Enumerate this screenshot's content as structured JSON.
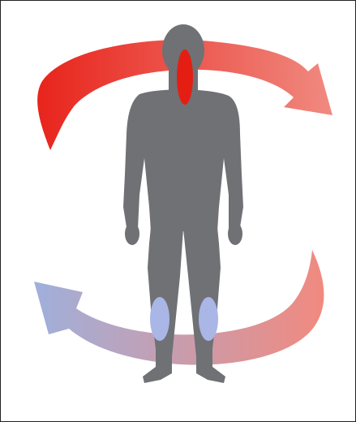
{
  "figure": {
    "subject": "human-body-silhouette",
    "colors": {
      "frame_border": "#222222",
      "background": "#ffffff",
      "silhouette": "#6f7175",
      "warm": "#e8241c",
      "warm_light": "#f08a80",
      "cool": "#9fb0dc",
      "warm_zone": "#e51e14",
      "cool_zone": "#a9b6e6"
    },
    "regions": [
      {
        "id": "spine",
        "state": "warm"
      },
      {
        "id": "left-calf",
        "state": "cool"
      },
      {
        "id": "right-calf",
        "state": "cool"
      }
    ],
    "arrows": [
      {
        "id": "top-arrow",
        "direction": "left-to-right",
        "from": "warm",
        "to": "warm_light"
      },
      {
        "id": "bottom-arrow",
        "direction": "right-to-left",
        "from": "warm_light",
        "to": "cool"
      }
    ]
  }
}
